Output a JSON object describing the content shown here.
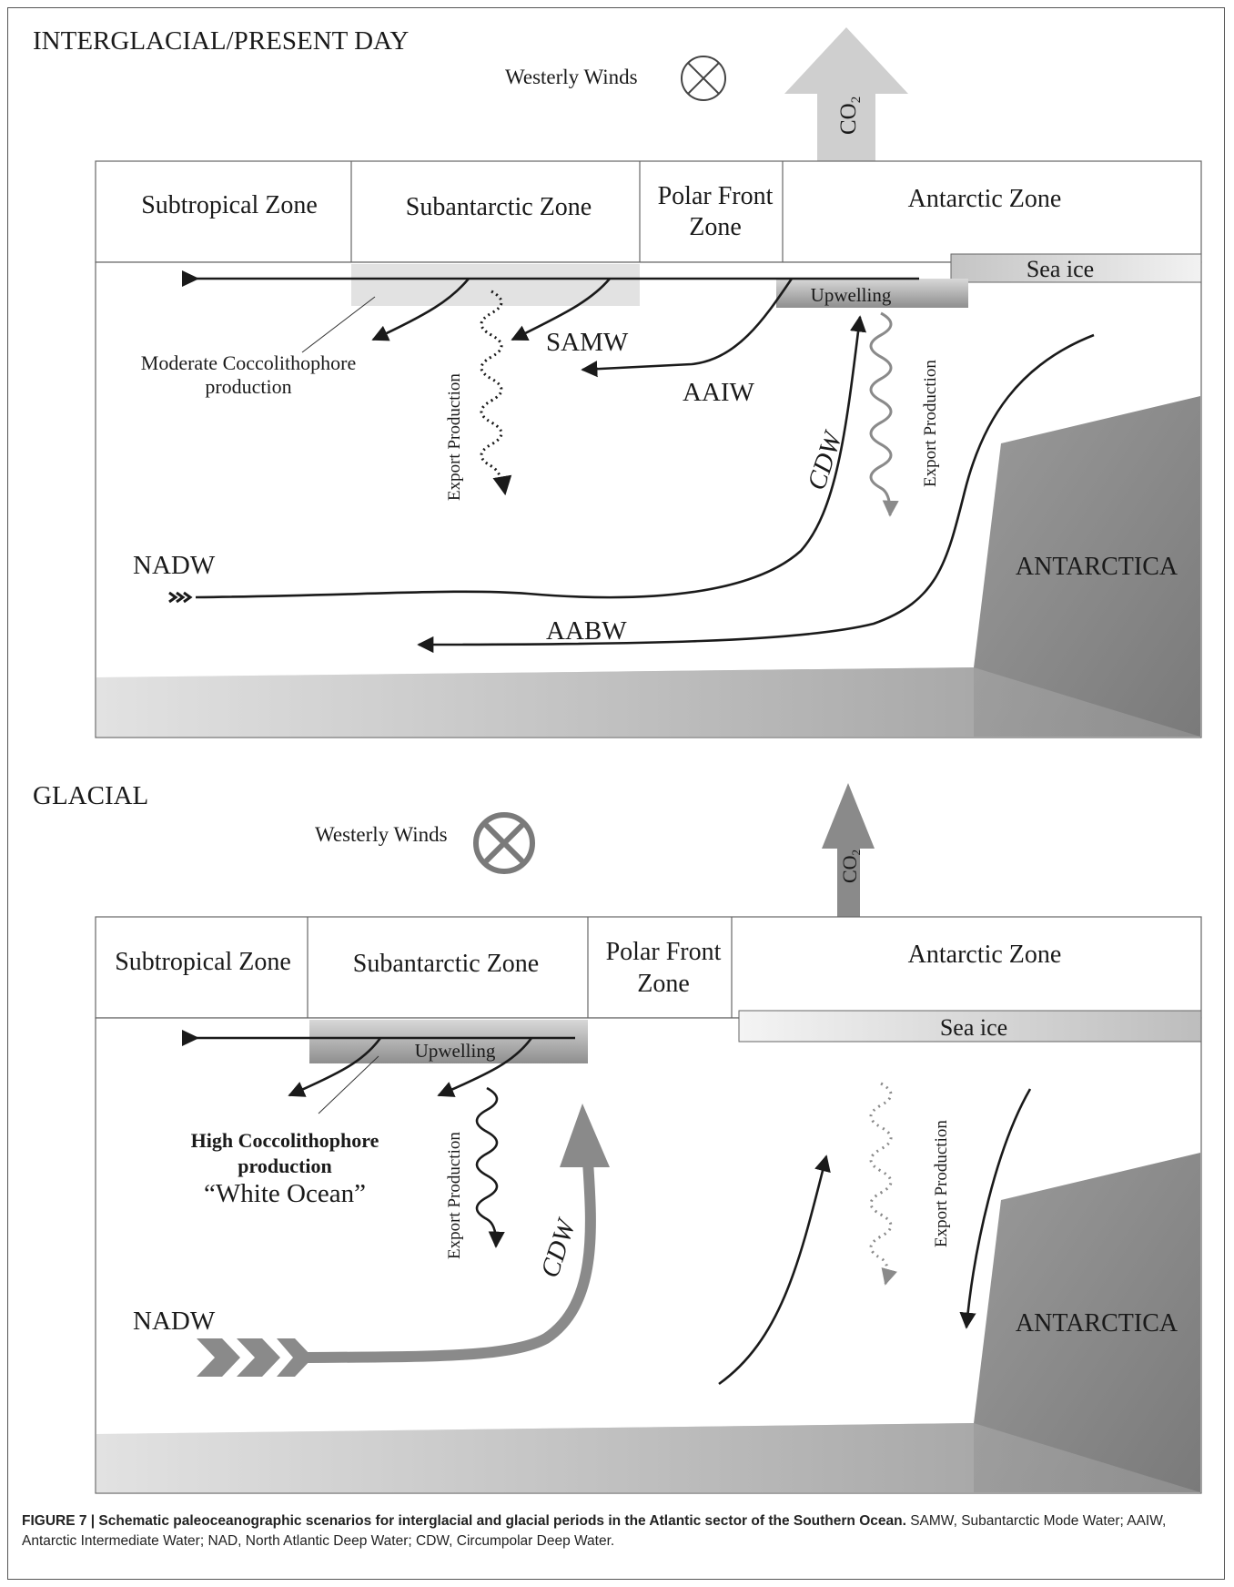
{
  "panels": {
    "interglacial": {
      "title": "INTERGLACIAL/PRESENT DAY",
      "westerly_winds": "Westerly Winds",
      "co2": "CO",
      "co2_sub": "2",
      "zones": [
        "Subtropical Zone",
        "Subantarctic Zone",
        "Polar Front",
        "Zone",
        "Antarctic Zone"
      ],
      "sea_ice": "Sea ice",
      "upwelling": "Upwelling",
      "coccolith_line1": "Moderate  Coccolithophore",
      "coccolith_line2": "production",
      "export_production": "Export Production",
      "samw": "SAMW",
      "aaiw": "AAIW",
      "cdw": "CDW",
      "nadw": "NADW",
      "aabw": "AABW",
      "antarctica": "ANTARCTICA"
    },
    "glacial": {
      "title": "GLACIAL",
      "westerly_winds": "Westerly Winds",
      "co2": "CO",
      "co2_sub": "2",
      "zones": [
        "Subtropical Zone",
        "Subantarctic Zone",
        "Polar Front",
        "Zone",
        "Antarctic Zone"
      ],
      "sea_ice": "Sea ice",
      "upwelling": "Upwelling",
      "coccolith_line1": "High Coccolithophore",
      "coccolith_line2": "production",
      "white_ocean": "“White Ocean”",
      "export_production": "Export Production",
      "cdw": "CDW",
      "nadw": "NADW",
      "antarctica": "ANTARCTICA"
    }
  },
  "caption": {
    "label": "FIGURE 7 | Schematic paleoceanographic scenarios for interglacial and glacial periods in the Atlantic sector of the Southern Ocean.",
    "text": " SAMW, Subantarctic Mode Water; AAIW, Antarctic Intermediate Water; NAD, North Atlantic Deep Water; CDW, Circumpolar Deep Water."
  },
  "colors": {
    "stroke": "#1a1a1a",
    "gray_arrow": "#8a8a8a",
    "light_arrow": "#c8c8c8",
    "antarctica_dark": "#8c8c8c",
    "antarctica_light": "#d8d8d8"
  }
}
